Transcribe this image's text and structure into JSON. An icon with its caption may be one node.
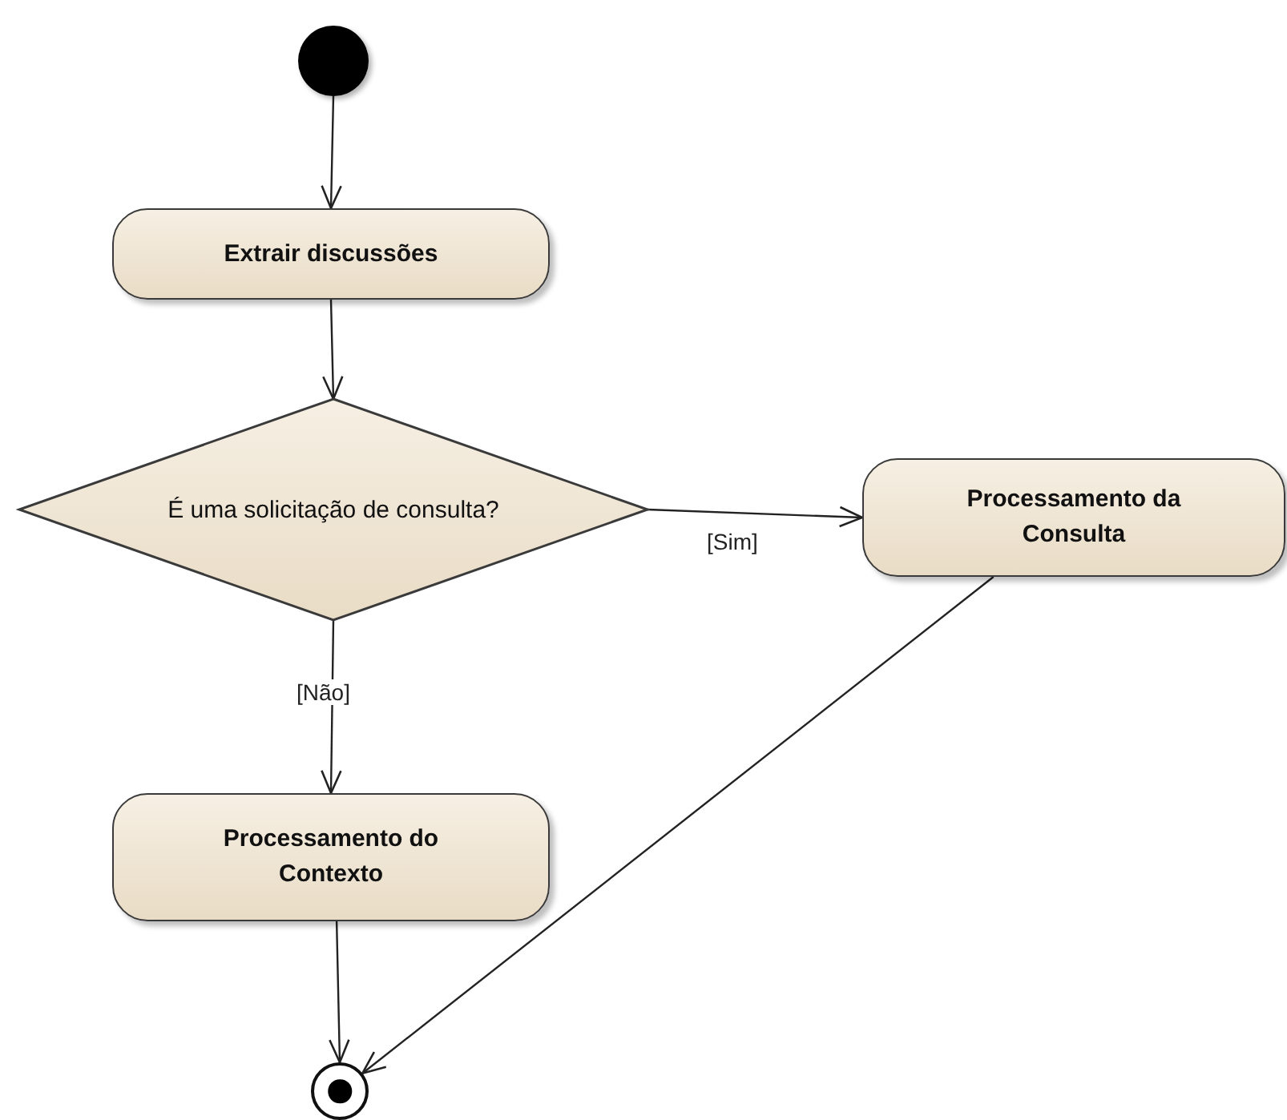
{
  "diagram": {
    "nodes": [
      {
        "text": [],
        "shape": "circle"
      },
      {
        "text": [
          "Extrair discussões"
        ]
      },
      {
        "text": [
          "É uma solicitação de consulta?"
        ]
      },
      {
        "text": [
          "Processamento da Consulta"
        ]
      },
      {
        "text": [
          "Processamento do Contexto"
        ]
      },
      {
        "text": [],
        "shape": "circle"
      }
    ],
    "edges": [
      {
        "from": 0,
        "to": 1,
        "arrow": "to"
      },
      {
        "from": 1,
        "to": 2,
        "arrow": "to"
      },
      {
        "from": 2,
        "to": 3,
        "arrow": "to",
        "label": "[Sim]"
      },
      {
        "from": 2,
        "to": 4,
        "arrow": "to",
        "label": "[Não]"
      },
      {
        "from": 4,
        "to": 5,
        "arrow": "to"
      },
      {
        "from": 3,
        "to": 5,
        "arrow": "to"
      }
    ]
  }
}
